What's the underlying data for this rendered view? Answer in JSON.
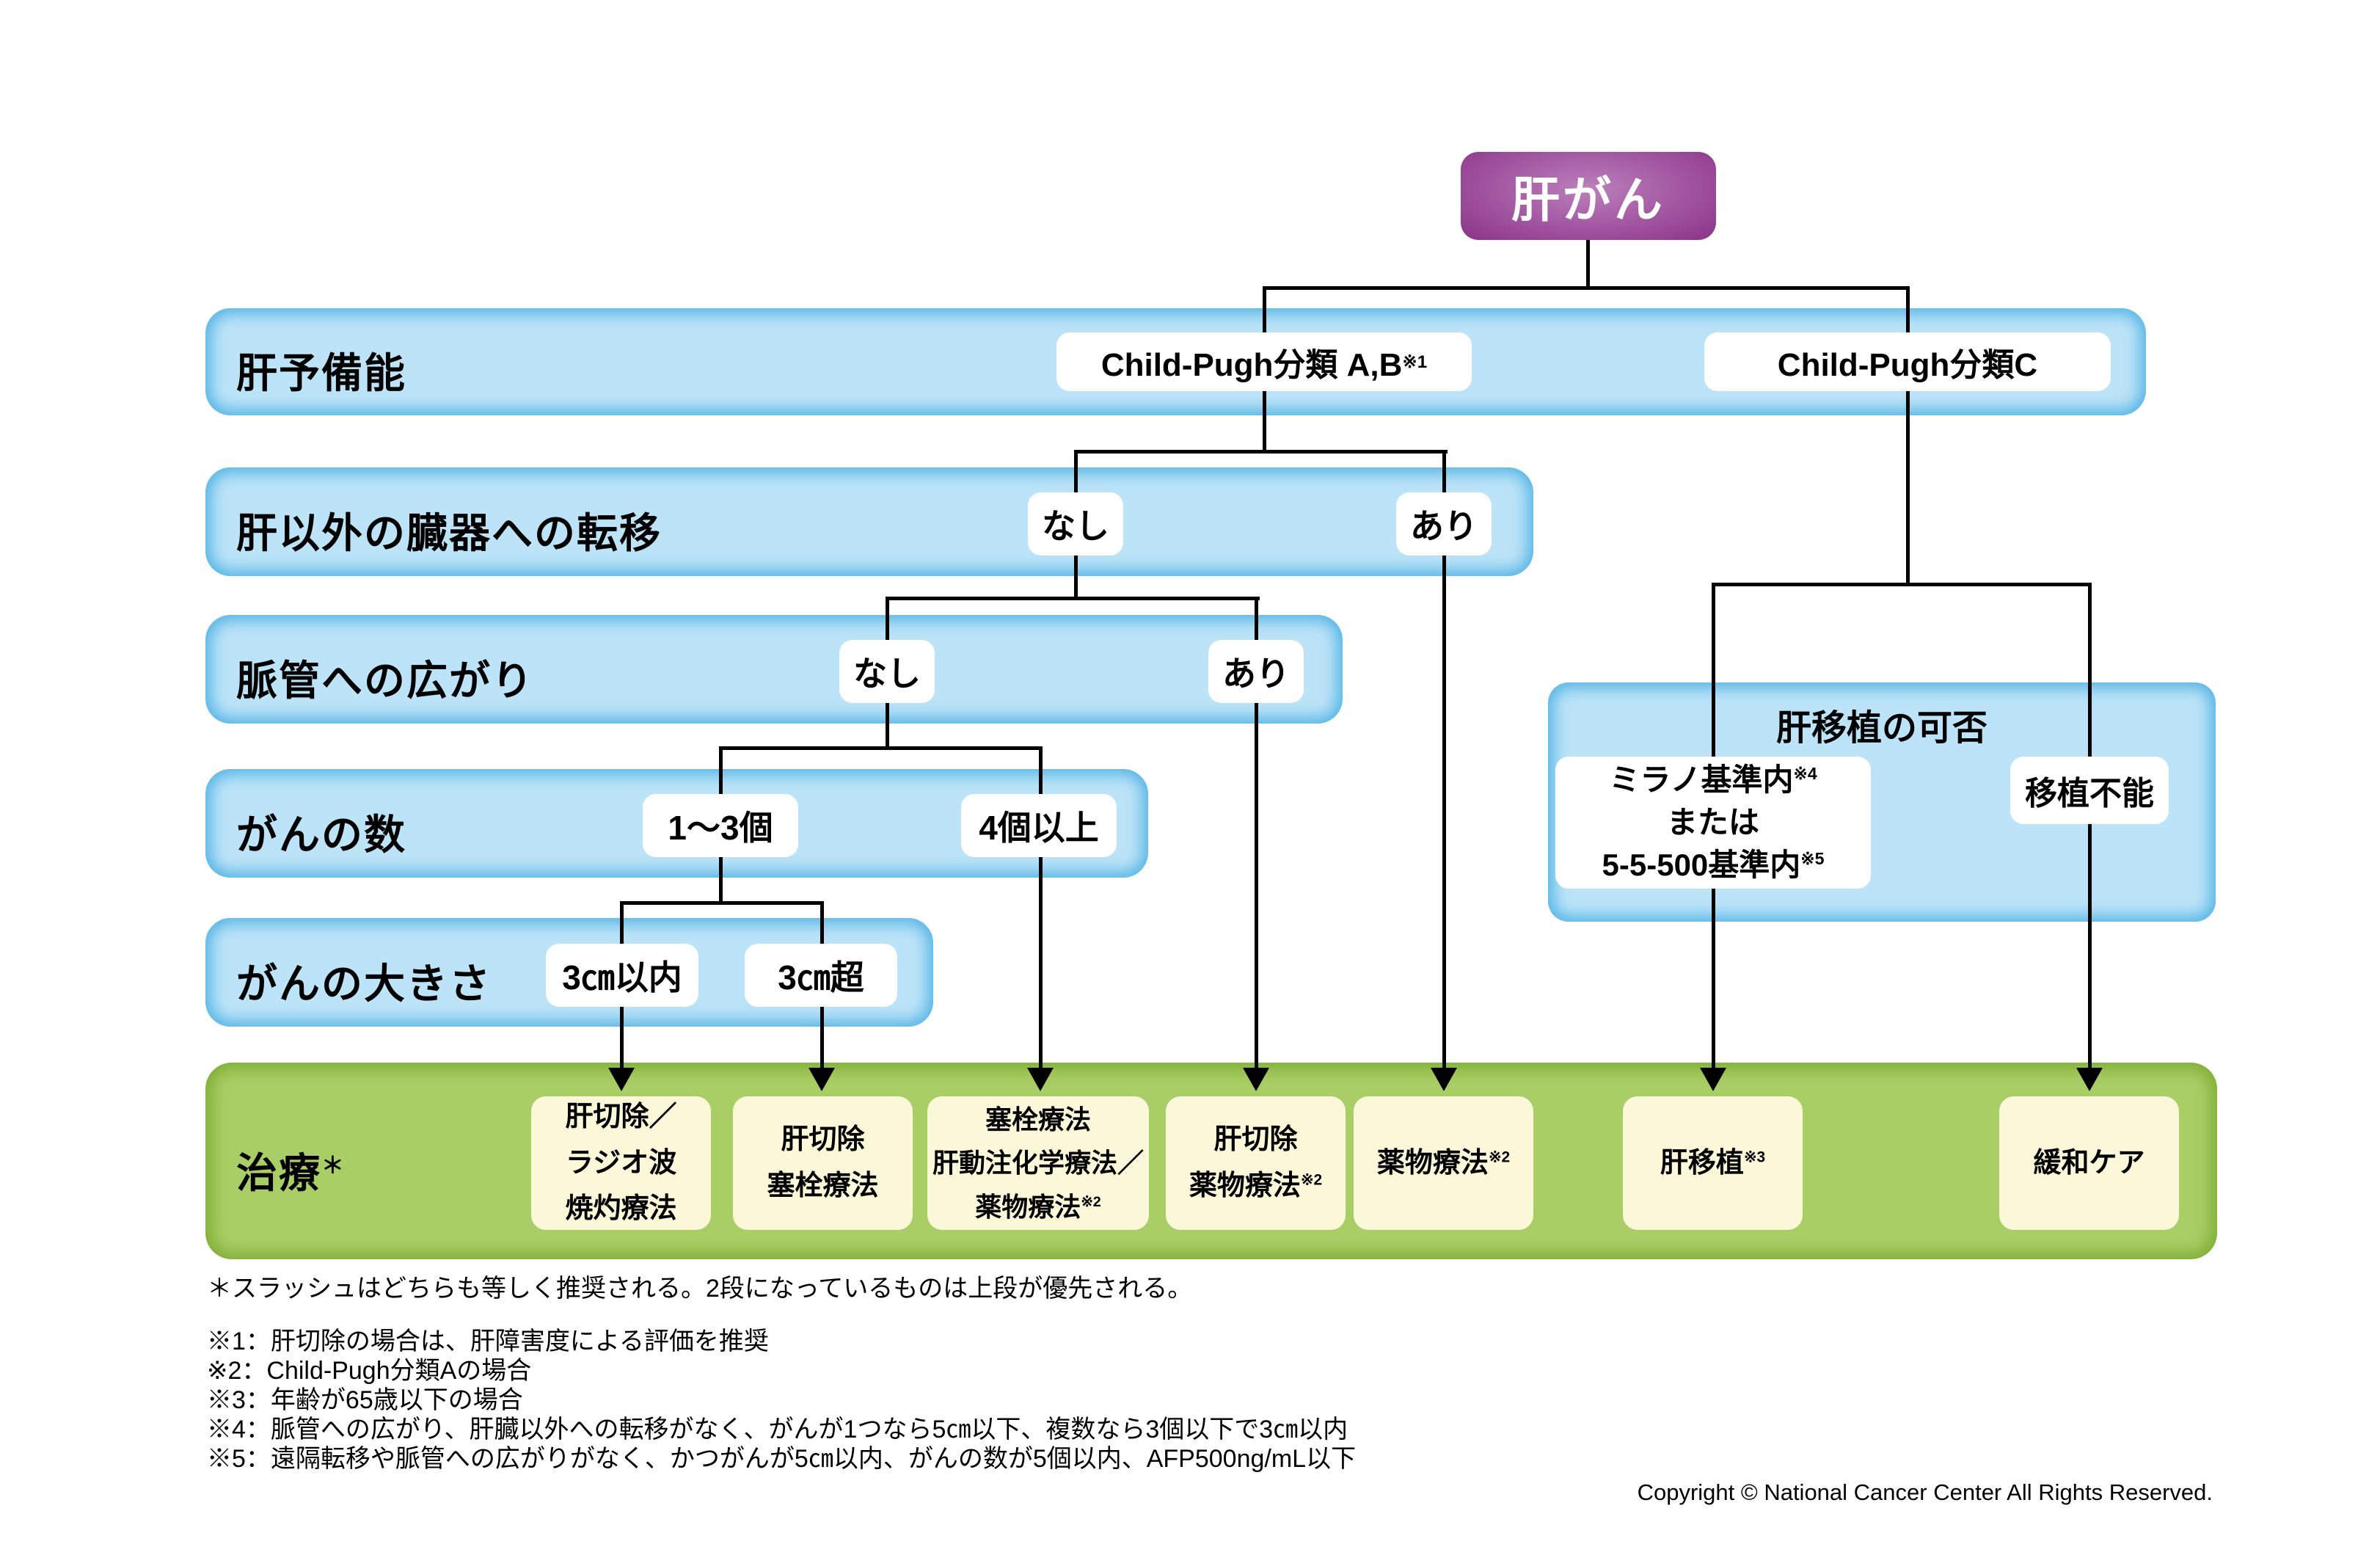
{
  "root": {
    "label": "肝がん"
  },
  "rows": [
    {
      "label": "肝予備能"
    },
    {
      "label": "肝以外の臓器への転移"
    },
    {
      "label": "脈管への広がり"
    },
    {
      "label": "がんの数"
    },
    {
      "label": "がんの大きさ"
    }
  ],
  "nodes": {
    "cp_ab": {
      "text": "Child-Pugh分類 A,B",
      "sup": "※1"
    },
    "cp_c": {
      "text": "Child-Pugh分類C"
    },
    "meta_none": {
      "text": "なし"
    },
    "meta_yes": {
      "text": "あり"
    },
    "vasc_none": {
      "text": "なし"
    },
    "vasc_yes": {
      "text": "あり"
    },
    "count_1_3": {
      "text": "1〜3個"
    },
    "count_4_plus": {
      "text": "4個以上"
    },
    "size_within_3cm": {
      "text": "3㎝以内"
    },
    "size_over_3cm": {
      "text": "3㎝超"
    }
  },
  "transplant": {
    "title": "肝移植の可否",
    "eligible": {
      "line1": "ミラノ基準内",
      "sup1": "※4",
      "line2": "または",
      "line3": "5-5-500基準内",
      "sup3": "※5"
    },
    "not_possible": {
      "text": "移植不能"
    }
  },
  "treatment_row": {
    "label": "治療",
    "sup": "＊"
  },
  "treatments": [
    {
      "lines": [
        "肝切除／",
        "ラジオ波"
      ],
      "last": "焼灼療法",
      "sup": ""
    },
    {
      "lines": [
        "肝切除"
      ],
      "last": "塞栓療法",
      "sup": ""
    },
    {
      "lines": [
        "塞栓療法",
        "肝動注化学療法／"
      ],
      "last": "薬物療法",
      "sup": "※2"
    },
    {
      "lines": [
        "肝切除"
      ],
      "last": "薬物療法",
      "sup": "※2"
    },
    {
      "lines": [],
      "last": "薬物療法",
      "sup": "※2"
    },
    {
      "lines": [],
      "last": "肝移植",
      "sup": "※3"
    },
    {
      "lines": [],
      "last": "緩和ケア",
      "sup": ""
    }
  ],
  "footnotes": [
    "＊スラッシュはどちらも等しく推奨される。2段になっているものは上段が優先される。",
    "※1：肝切除の場合は、肝障害度による評価を推奨",
    "※2：Child-Pugh分類Aの場合",
    "※3：年齢が65歳以下の場合",
    "※4：脈管への広がり、肝臓以外への転移がなく、がんが1つなら5㎝以下、複数なら3個以下で3㎝以内",
    "※5：遠隔転移や脈管への広がりがなく、かつがんが5㎝以内、がんの数が5個以内、AFP500ng/mL以下"
  ],
  "copyright": "Copyright © National Cancer Center All Rights Reserved."
}
